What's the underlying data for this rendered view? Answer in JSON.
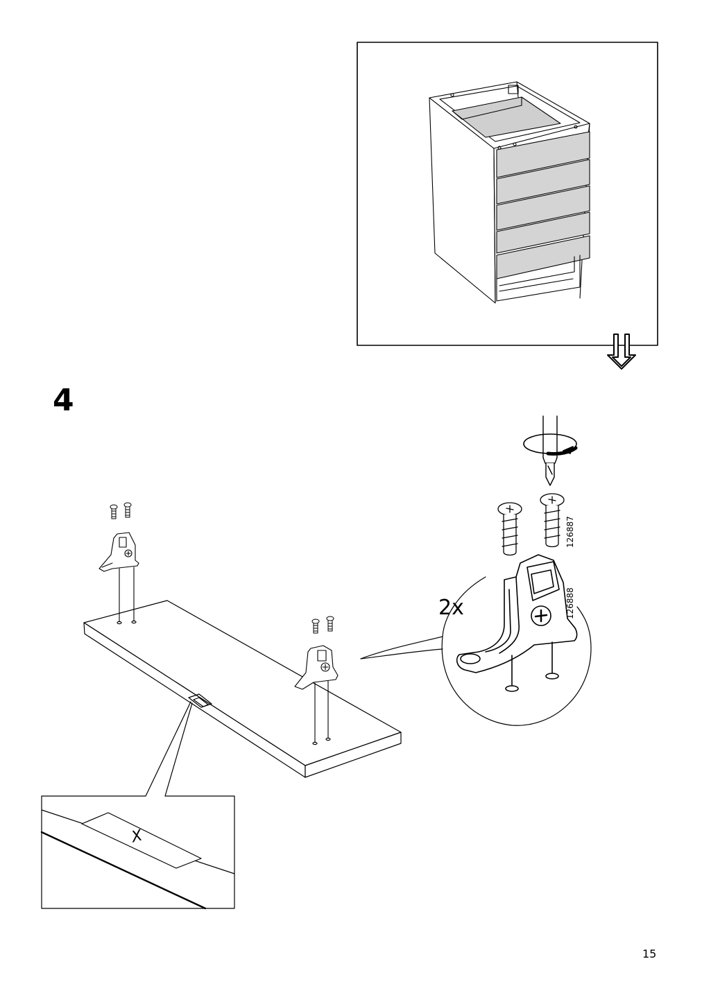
{
  "step": {
    "number": "4"
  },
  "detail": {
    "quantity": "2x",
    "screw_code": "126887",
    "bracket_code": "126888"
  },
  "zoom_inset": {
    "mark": "X"
  },
  "footer": {
    "page_number": "15"
  },
  "colors": {
    "line": "#000000",
    "panel_fill": "#d4d4d4",
    "background": "#ffffff"
  },
  "icons": [
    "screwdriver-icon",
    "rotate-arrow-icon",
    "next-step-arrow-icon"
  ]
}
